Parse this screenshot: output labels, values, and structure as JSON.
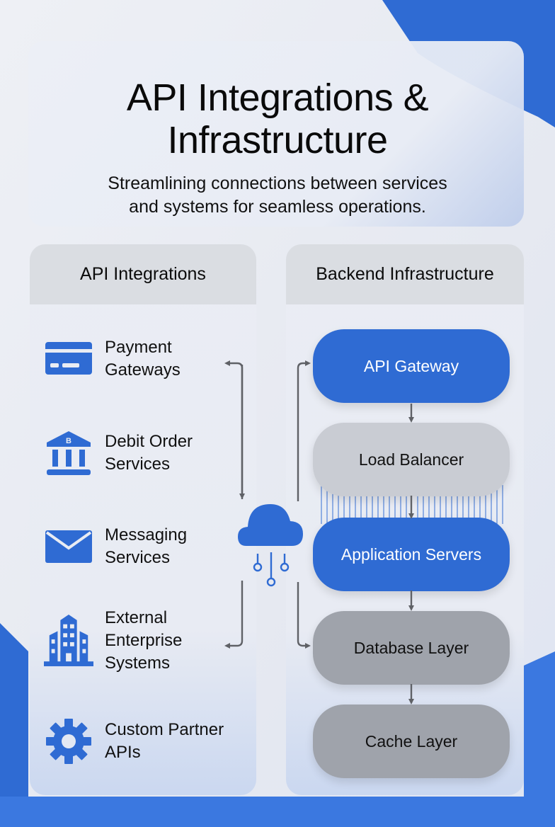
{
  "header": {
    "title_lines": [
      "API Integrations &",
      "Infrastructure"
    ],
    "subtitle_lines": [
      "Streamlining connections between services",
      "and systems for seamless operations."
    ]
  },
  "left_panel": {
    "title": "API Integrations",
    "items": [
      {
        "icon": "credit-card-icon",
        "lines": [
          "Payment",
          "Gateways"
        ]
      },
      {
        "icon": "bank-icon",
        "lines": [
          "Debit Order",
          "Services"
        ]
      },
      {
        "icon": "envelope-icon",
        "lines": [
          "Messaging",
          "Services"
        ]
      },
      {
        "icon": "office-building-icon",
        "lines": [
          "External",
          "Enterprise",
          "Systems"
        ]
      },
      {
        "icon": "gear-icon",
        "lines": [
          "Custom Partner",
          "APIs"
        ]
      }
    ]
  },
  "hub": {
    "icon": "cloud-network-icon"
  },
  "right_panel": {
    "title": "Backend Infrastructure",
    "nodes": [
      {
        "label": "API Gateway",
        "style": "blue"
      },
      {
        "label": "Load Balancer",
        "style": "lightgray"
      },
      {
        "label": "Application Servers",
        "style": "blue"
      },
      {
        "label": "Database Layer",
        "style": "gray"
      },
      {
        "label": "Cache Layer",
        "style": "gray"
      }
    ]
  },
  "colors": {
    "accent": "#2f6bd3",
    "arrow": "#5f6166",
    "panel_header": "#dadde2"
  }
}
